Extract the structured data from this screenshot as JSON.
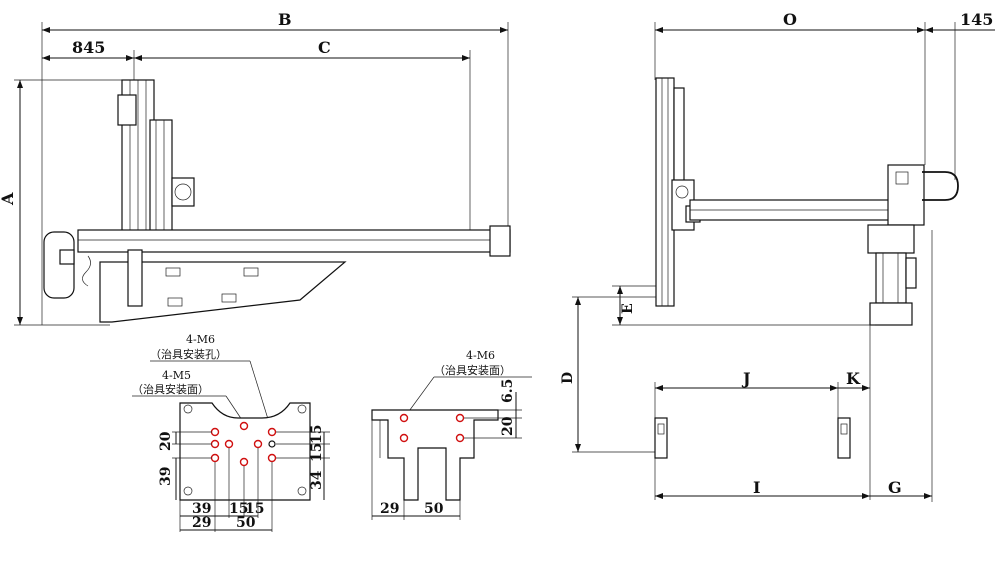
{
  "dimensions": {
    "B": "B",
    "C": "C",
    "d845": "845",
    "A": "A",
    "O": "O",
    "d145": "145",
    "E": "E",
    "D": "D",
    "J": "J",
    "K": "K",
    "I": "I",
    "G": "G"
  },
  "plate_left": {
    "callout_m6": "4-M6",
    "callout_m6_text": "（治具安装孔）",
    "callout_m5": "4-M5",
    "callout_m5_text": "（治具安装面）",
    "d20": "20",
    "d39v": "39",
    "d15a": "15",
    "d15b": "15",
    "d34": "34",
    "d39h": "39",
    "d15c": "15",
    "d15d": "15",
    "d29": "29",
    "d50": "50"
  },
  "plate_right": {
    "callout_m6": "4-M6",
    "callout_m6_text": "（治具安装面）",
    "d6_5": "6.5",
    "d20": "20",
    "d29": "29",
    "d50": "50"
  },
  "colors": {
    "line": "#111111",
    "hole_highlight": "#d01010",
    "background": "#ffffff"
  }
}
